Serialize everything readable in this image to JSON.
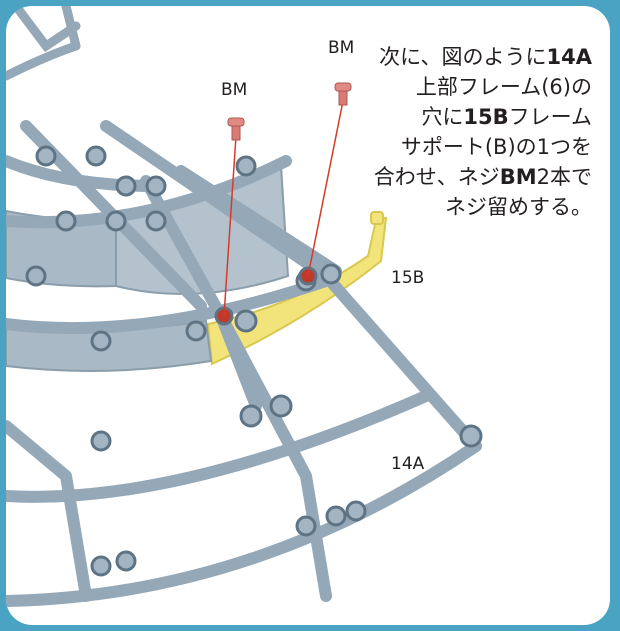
{
  "instruction": {
    "line1_pre": "次に、図のように",
    "line1_part": "14A",
    "line2": "上部フレーム(6)の",
    "line3_pre": "穴に",
    "line3_part": "15B",
    "line3_post": "フレーム",
    "line4": "サポート(B)の1つを",
    "line5_pre": "合わせ、ネジ",
    "line5_part": "BM",
    "line5_post": "2本で",
    "line6": "ネジ留めする。"
  },
  "labels": {
    "screw_left": "BM",
    "screw_right": "BM",
    "support_part": "15B",
    "frame_part": "14A"
  },
  "colors": {
    "border": "#4aa3c3",
    "frame": "#94a8b8",
    "support": "#f2e47a",
    "screw": "#e08a84",
    "guide_line": "#d83a2a"
  }
}
